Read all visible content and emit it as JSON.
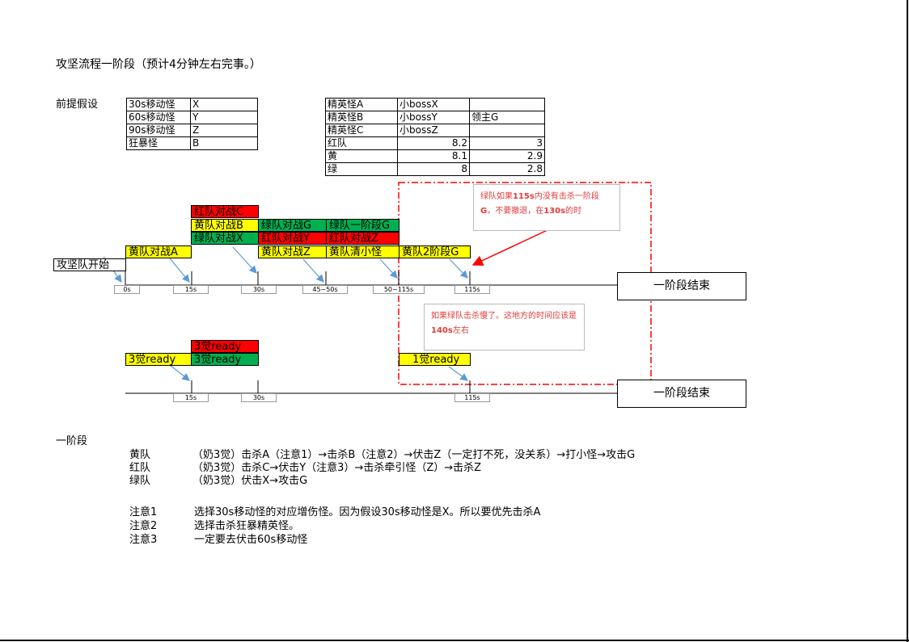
{
  "title": "攻坚流程一阶段（预计4分钟左右完事。）",
  "premise": {
    "label": "前提假设",
    "mobs": [
      {
        "name": "30s移动怪",
        "code": "X"
      },
      {
        "name": "60s移动怪",
        "code": "Y"
      },
      {
        "name": "90s移动怪",
        "code": "Z"
      },
      {
        "name": "狂暴怪",
        "code": "B"
      }
    ],
    "elites": [
      {
        "c1": "精英怪A",
        "c2": "小bossX",
        "c3": ""
      },
      {
        "c1": "精英怪B",
        "c2": "小bossY",
        "c3": "领主G"
      },
      {
        "c1": "精英怪C",
        "c2": "小bossZ",
        "c3": ""
      },
      {
        "c1": "红队",
        "c2": "8.2",
        "c3": "3"
      },
      {
        "c1": "黄",
        "c2": "8.1",
        "c3": "2.9"
      },
      {
        "c1": "绿",
        "c2": "8",
        "c3": "2.8"
      }
    ]
  },
  "timeline1": {
    "start": "攻坚队开始",
    "bars": [
      "红队对战C",
      "黄队对战B",
      "绿队对战X",
      "黄队对战A",
      "绿队对战G",
      "红队对战Y",
      "黄队对战Z",
      "绿队一阶段G",
      "红队对战Z",
      "黄队清小怪",
      "黄队2阶段G"
    ],
    "ticks": [
      "0s",
      "15s",
      "30s",
      "45~50s",
      "50~115s",
      "115s"
    ],
    "end": "一阶段结束"
  },
  "timeline2": {
    "bars": [
      "3觉ready",
      "3觉ready",
      "3觉ready",
      "1觉ready"
    ],
    "ticks": [
      "15s",
      "30s",
      "115s"
    ],
    "end": "一阶段结束"
  },
  "notes": {
    "note1_parts": [
      "绿队如果",
      "115s",
      "内没有击杀一阶段",
      "G",
      "，不要撤退，在",
      "130s",
      "的时"
    ],
    "note2_parts": [
      "如果绿队击杀慢了。这地方的时间应该是",
      "140s",
      "左右"
    ]
  },
  "phase": {
    "title": "一阶段",
    "teams": [
      {
        "name": "黄队",
        "desc": "（奶3觉）击杀A（注意1）→击杀B（注意2）→伏击Z（一定打不死，没关系）→打小怪→攻击G"
      },
      {
        "name": "红队",
        "desc": "（奶3觉）击杀C→伏击Y（注意3）→击杀牵引怪（Z）→击杀Z"
      },
      {
        "name": "绿队",
        "desc": "（奶3觉）伏击X→攻击G"
      }
    ],
    "remarks": [
      {
        "name": "注意1",
        "desc": "选择30s移动怪的对应增伤怪。因为假设30s移动怪是X。所以要优先击杀A"
      },
      {
        "name": "注意2",
        "desc": "选择击杀狂暴精英怪。"
      },
      {
        "name": "注意3",
        "desc": "一定要去伏击60s移动怪"
      }
    ]
  },
  "colors": {
    "red": "#ff0000",
    "yellow": "#ffff00",
    "green": "#00b050",
    "note_text": "#e23a3a",
    "arrow": "#5b9bd5"
  }
}
